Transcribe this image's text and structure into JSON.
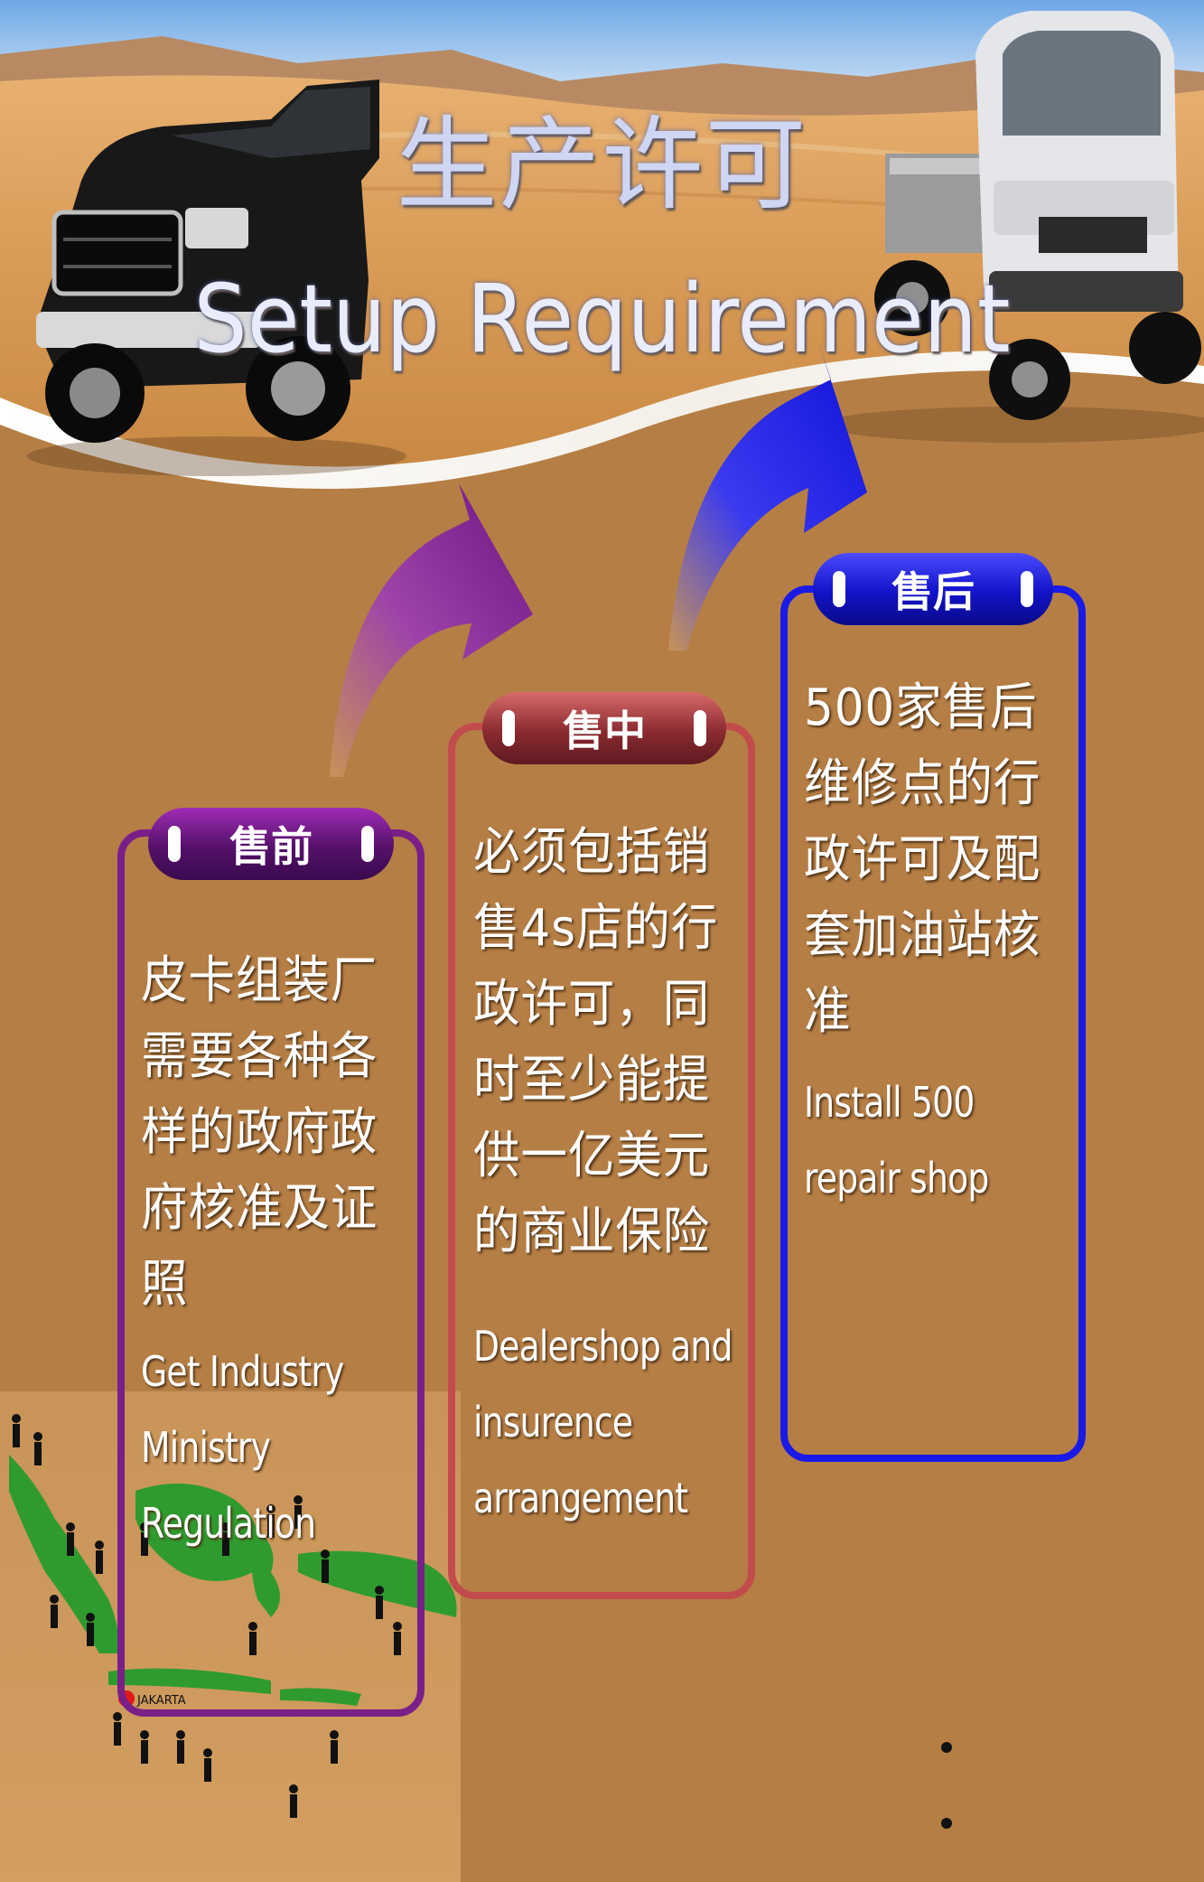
{
  "slide": {
    "title_cn": "生产许可",
    "title_en": "Setup Requirement"
  },
  "steps": [
    {
      "label": "售前",
      "text_cn": "皮卡组装厂需要各种各样的政府政府核准及证照",
      "text_en": "Get Industry Ministry Regulation",
      "color": "#7a1f88"
    },
    {
      "label": "售中",
      "text_cn": "必须包括销售4s店的行政许可，同时至少能提供一亿美元的商业保险",
      "text_en": "Dealershop and insurence arrangement",
      "color": "#c24c4c"
    },
    {
      "label": "售后",
      "text_cn": "500家售后维修点的行政许可及配套加油站核准",
      "text_en": "Install 500 repair shop",
      "color": "#1a1ae6"
    }
  ],
  "map": {
    "city_label": "JAKARTA"
  },
  "colors": {
    "background": "#b57e45",
    "arrow_purple": "#9b2ab8",
    "arrow_blue": "#1a1ae6"
  }
}
